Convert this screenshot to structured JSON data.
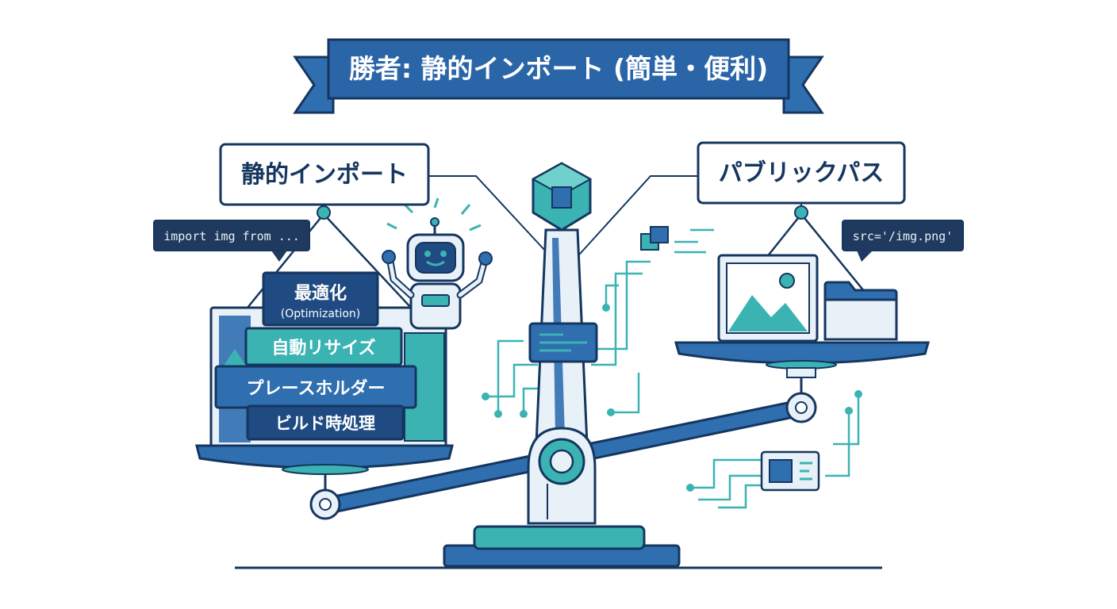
{
  "banner": {
    "title": "勝者: 静的インポート (簡単・便利)"
  },
  "left": {
    "label": "静的インポート",
    "code": "import img from ...",
    "features": [
      {
        "text": "最適化"
      },
      {
        "text": "(Optimization)"
      },
      {
        "text": "自動リサイズ"
      },
      {
        "text": "プレースホルダー"
      },
      {
        "text": "ビルド時処理"
      }
    ]
  },
  "right": {
    "label": "パブリックパス",
    "code": "src='/img.png'"
  },
  "colors": {
    "navy": "#1f4a82",
    "blue": "#2f6fb0",
    "teal": "#3bb3b3",
    "light": "#e8f0f8",
    "outline": "#15365f"
  },
  "icons": [
    "cube-icon",
    "robot-icon",
    "image-icon",
    "folder-icon",
    "chip-icon"
  ]
}
